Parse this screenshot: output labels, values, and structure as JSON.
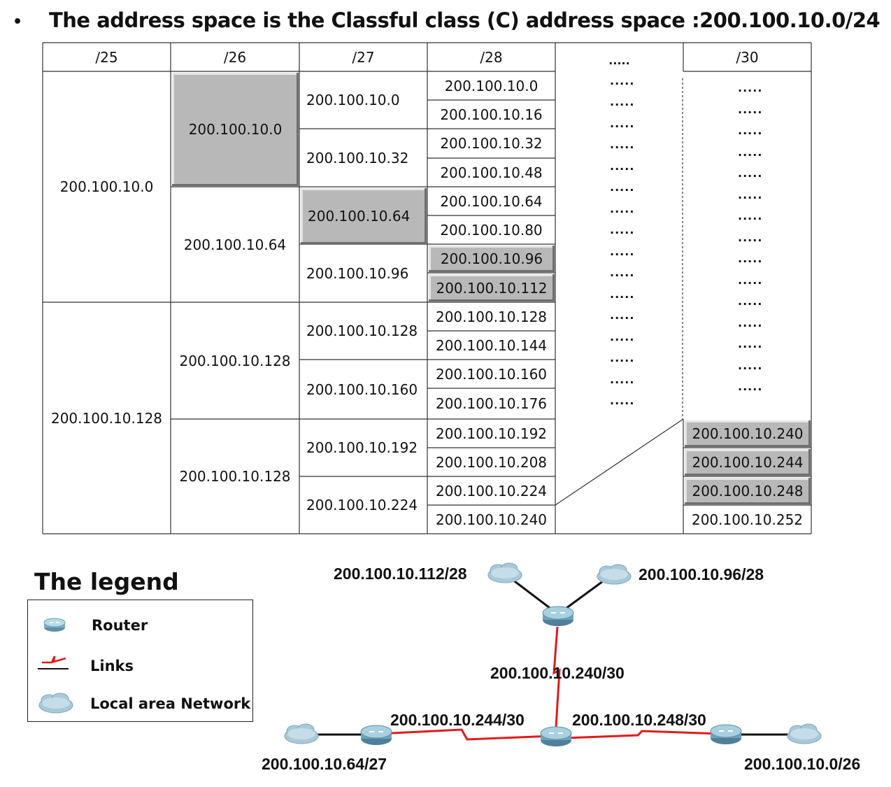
{
  "title": {
    "bullet": "•",
    "text": "The address space is the Classful class (C) address space :200.100.10.0/24"
  },
  "table": {
    "headers": [
      "/25",
      "/26",
      "/27",
      "/28",
      ".....",
      "/30"
    ],
    "col25": [
      "200.100.10.0",
      "200.100.10.128"
    ],
    "col26": [
      "200.100.10.0",
      "200.100.10.64",
      "200.100.10.128",
      "200.100.10.128"
    ],
    "col27": [
      "200.100.10.0",
      "200.100.10.32",
      "200.100.10.64",
      "200.100.10.96",
      "200.100.10.128",
      "200.100.10.160",
      "200.100.10.192",
      "200.100.10.224"
    ],
    "col28": [
      "200.100.10.0",
      "200.100.10.16",
      "200.100.10.32",
      "200.100.10.48",
      "200.100.10.64",
      "200.100.10.80",
      "200.100.10.96",
      "200.100.10.112",
      "200.100.10.128",
      "200.100.10.144",
      "200.100.10.160",
      "200.100.10.176",
      "200.100.10.192",
      "200.100.10.208",
      "200.100.10.224",
      "200.100.10.240"
    ],
    "col30": [
      "200.100.10.240",
      "200.100.10.244",
      "200.100.10.248",
      "200.100.10.252"
    ],
    "dots": ".....",
    "highlight_color": "#b8b8b8"
  },
  "legend": {
    "title": "The legend",
    "items": [
      {
        "icon": "router-icon",
        "label": "Router"
      },
      {
        "icon": "link-icon",
        "label": "Links"
      },
      {
        "icon": "lan-cloud-icon",
        "label": "Local area Network"
      }
    ]
  },
  "network": {
    "labels": {
      "lan_112": "200.100.10.112/28",
      "lan_96": "200.100.10.96/28",
      "link_240": "200.100.10.240/30",
      "link_244": "200.100.10.244/30",
      "link_248": "200.100.10.248/30",
      "lan_64": "200.100.10.64/27",
      "lan_0": "200.100.10.0/26"
    },
    "link_color": "#e01b1b"
  }
}
